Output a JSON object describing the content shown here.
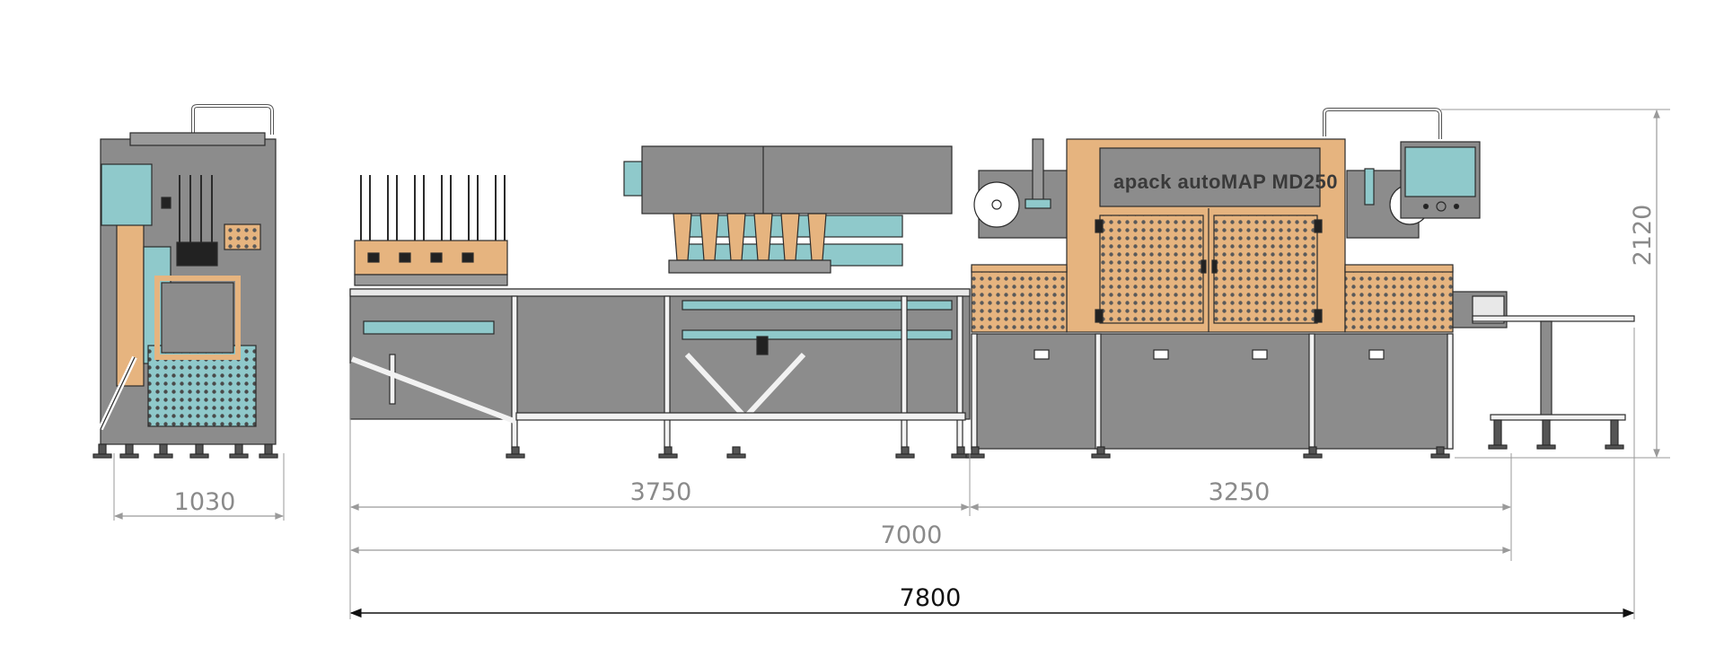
{
  "machine": {
    "brand_label": "apack autoMAP MD250"
  },
  "dimensions": {
    "side_width": "1030",
    "height": "2120",
    "infeed_length": "3750",
    "machine_length": "3250",
    "combined_length": "7000",
    "total_length": "7800"
  },
  "colors": {
    "body_gray": "#8c8c8c",
    "panel_tan": "#e6b47f",
    "accent_teal": "#8fc9cb",
    "outline": "#2b2b2b",
    "dimension_line": "#9a9a9a",
    "dimension_line_dark": "#111111"
  }
}
